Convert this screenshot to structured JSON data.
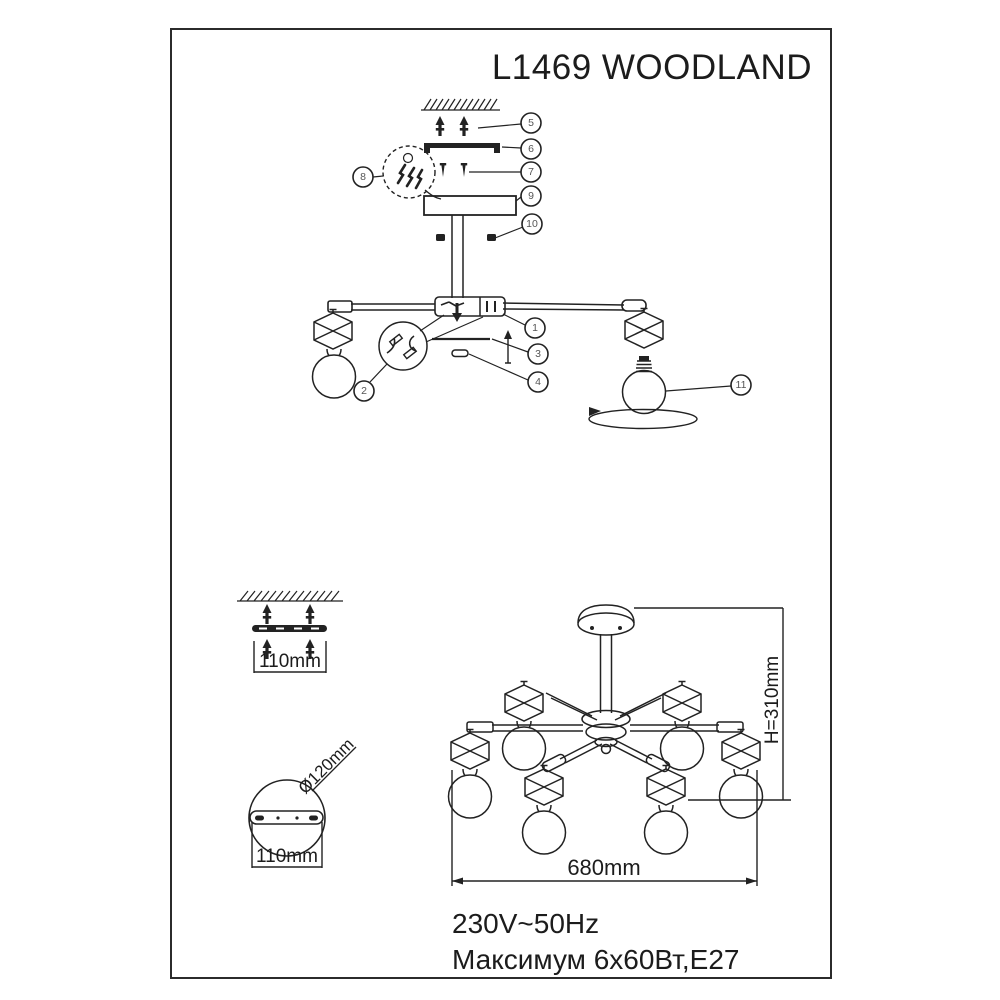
{
  "title": "L1469 WOODLAND",
  "specs": {
    "voltage": "230V~50Hz",
    "power": "Максимум 6x60Вт,E27"
  },
  "dimensions": {
    "bracket_span": "110mm",
    "canopy_diameter": "Ø120mm",
    "canopy_span": "110mm",
    "fixture_height": "H=310mm",
    "fixture_width": "680mm"
  },
  "callouts": {
    "1": "1",
    "2": "2",
    "3": "3",
    "4": "4",
    "5": "5",
    "6": "6",
    "7": "7",
    "8": "8",
    "9": "9",
    "10": "10",
    "11": "11"
  }
}
